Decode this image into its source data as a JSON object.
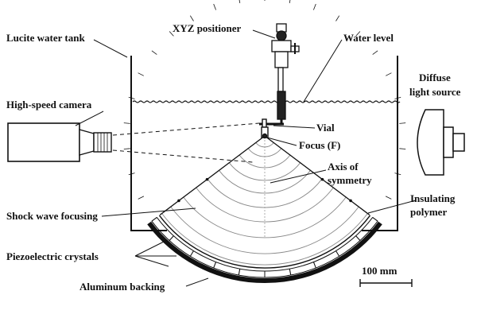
{
  "labels": {
    "tank": "Lucite water tank",
    "positioner": "XYZ positioner",
    "water_level": "Water level",
    "camera": "High-speed camera",
    "light_1": "Diffuse",
    "light_2": "light source",
    "vial": "Vial",
    "focus": "Focus (F)",
    "axis_1": "Axis of",
    "axis_2": "symmetry",
    "shock": "Shock wave focusing",
    "insul_1": "Insulating",
    "insul_2": "polymer",
    "piezo": "Piezoelectric crystals",
    "scale": "100 mm",
    "backing": "Aluminum backing"
  },
  "icons": {
    "camera": "camera-icon",
    "light": "diffuse-light-icon",
    "positioner": "xyz-positioner-icon"
  },
  "colors": {
    "ink": "#111111",
    "wave": "#888888",
    "axis": "#999999"
  }
}
